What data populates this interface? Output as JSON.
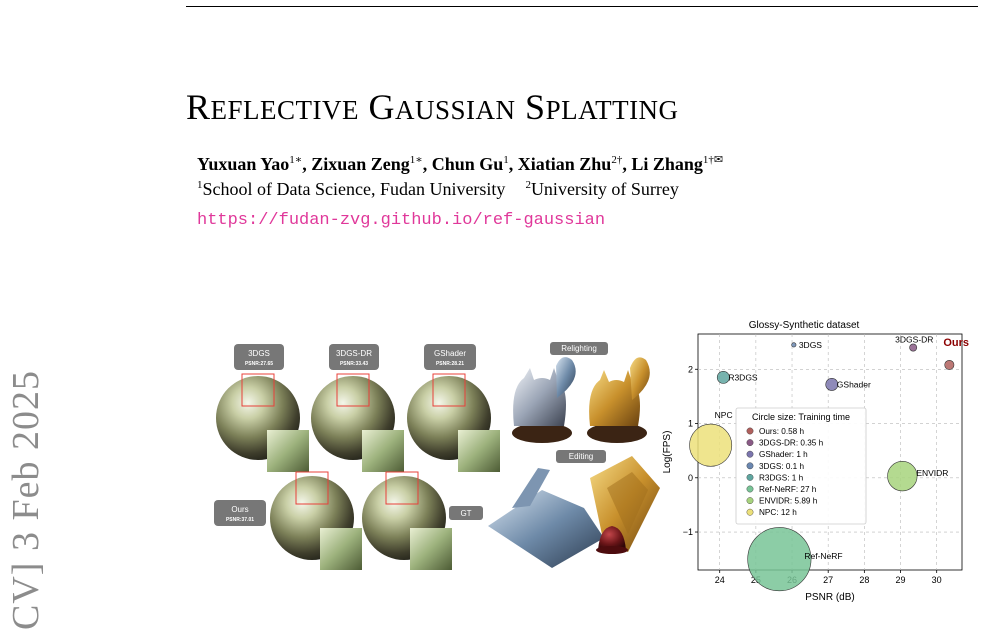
{
  "header": {
    "title_parts": [
      {
        "initial": "R",
        "rest": "EFLECTIVE"
      },
      {
        "initial": "G",
        "rest": "AUSSIAN"
      },
      {
        "initial": "S",
        "rest": "PLATTING"
      }
    ],
    "authors": [
      {
        "name": "Yuxuan Yao",
        "sup": "1∗",
        "sep": ", "
      },
      {
        "name": "Zixuan Zeng",
        "sup": "1∗",
        "sep": ", "
      },
      {
        "name": "Chun Gu",
        "sup": "1",
        "sep": ", "
      },
      {
        "name": "Xiatian Zhu",
        "sup": "2†",
        "sep": ", "
      },
      {
        "name": "Li Zhang",
        "sup": "1†✉",
        "sep": ""
      }
    ],
    "affiliations": [
      {
        "sup": "1",
        "text": "School of Data Science, Fudan University"
      },
      {
        "sup": "2",
        "text": "University of Surrey"
      }
    ],
    "url": "https://fudan-zvg.github.io/ref-gaussian"
  },
  "arxiv_stamp": "CV]  3 Feb 2025",
  "teaser": {
    "labels": [
      {
        "method": "3DGS",
        "psnr": "PSNR:27.65"
      },
      {
        "method": "3DGS-DR",
        "psnr": "PSNR:33.43"
      },
      {
        "method": "GShader",
        "psnr": "PSNR:28.21"
      },
      {
        "method": "Ours",
        "psnr": "PSNR:37.01"
      }
    ],
    "gt_label": "GT",
    "relighting_label": "Relighting",
    "editing_label": "Editing"
  },
  "chart_data": {
    "type": "scatter",
    "title": "Glossy-Synthetic dataset",
    "xlabel": "PSNR (dB)",
    "ylabel": "Log(FPS)",
    "xlim": [
      23.4,
      30.7
    ],
    "ylim": [
      -1.7,
      2.65
    ],
    "xticks": [
      24,
      25,
      26,
      27,
      28,
      29,
      30
    ],
    "yticks": [
      -1,
      0,
      1,
      2
    ],
    "grid": true,
    "legend_title": "Circle size: Training time",
    "legend_placement": "center",
    "points": [
      {
        "label": "Ours",
        "legend": "Ours: 0.58 h",
        "x": 30.35,
        "y": 2.08,
        "hours": 0.58,
        "color": "#b0605d",
        "highlight_color": "#8b0000"
      },
      {
        "label": "3DGS-DR",
        "legend": "3DGS-DR: 0.35 h",
        "x": 29.35,
        "y": 2.4,
        "hours": 0.35,
        "color": "#8a5a86"
      },
      {
        "label": "GShader",
        "legend": "GShader: 1 h",
        "x": 27.1,
        "y": 1.72,
        "hours": 1,
        "color": "#7b75ad"
      },
      {
        "label": "3DGS",
        "legend": "3DGS: 0.1 h",
        "x": 26.05,
        "y": 2.45,
        "hours": 0.1,
        "color": "#6a87b0"
      },
      {
        "label": "R3DGS",
        "legend": "R3DGS: 1 h",
        "x": 24.1,
        "y": 1.85,
        "hours": 1,
        "color": "#5fa6a0"
      },
      {
        "label": "Ref-NeRF",
        "legend": "Ref-NeRF: 27 h",
        "x": 25.65,
        "y": -1.5,
        "hours": 27,
        "color": "#78c496"
      },
      {
        "label": "ENVIDR",
        "legend": "ENVIDR: 5.89 h",
        "x": 29.05,
        "y": 0.03,
        "hours": 5.89,
        "color": "#a7d37d"
      },
      {
        "label": "NPC",
        "legend": "NPC: 12 h",
        "x": 23.75,
        "y": 0.6,
        "hours": 12,
        "color": "#ece07a"
      }
    ]
  }
}
